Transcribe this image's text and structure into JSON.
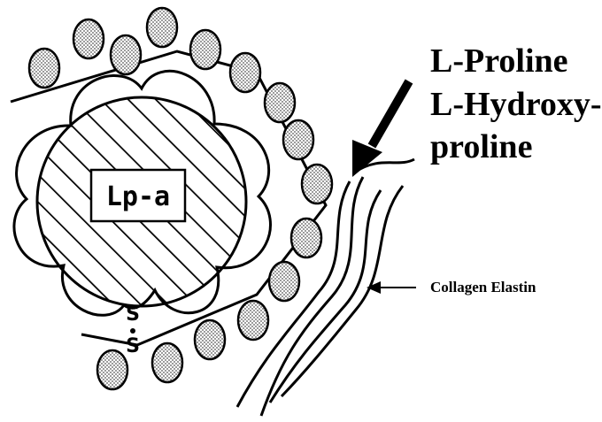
{
  "diagram": {
    "center_label": "Lp-a",
    "bond_top": "S",
    "bond_bottom": "S",
    "arrow_label_lines": [
      "L-Proline",
      "L-Hydroxy-",
      "proline"
    ],
    "fiber_label": "Collagen Elastin"
  },
  "colors": {
    "ink": "#000000",
    "particle_fill": "#b9b9b9",
    "background": "#ffffff"
  }
}
